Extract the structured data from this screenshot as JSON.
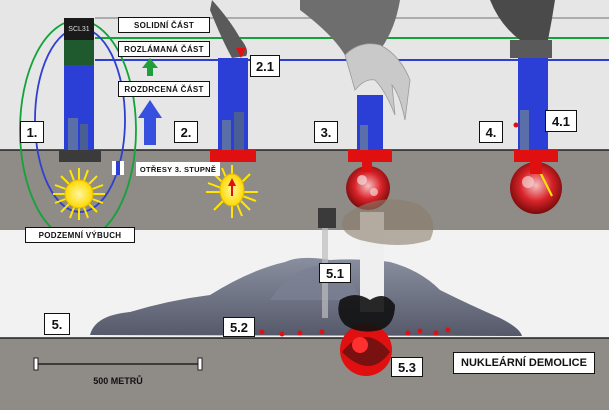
{
  "labels": {
    "solid_part": "SOLIDNÍ ČÁST",
    "broken_part": "ROZLÁMANÁ ČÁST",
    "crushed_part": "ROZDRCENÁ ČÁST",
    "tremors": "OTŘESY 3. STUPNĚ",
    "underground_explosion": "PODZEMNÍ VÝBUCH",
    "scale": "500 METRŮ",
    "nuclear_demolition": "NUKLEÁRNÍ DEMOLICE"
  },
  "stages": {
    "s1": "1.",
    "s2": "2.",
    "s2_1": "2.1",
    "s3": "3.",
    "s4": "4.",
    "s4_1": "4.1",
    "s5": "5.",
    "s5_1": "5.1",
    "s5_2": "5.2",
    "s5_3": "5.3"
  },
  "tower_sign": "SCL31",
  "colors": {
    "ground": "#8f8b86",
    "sky": "#e8e8e8",
    "tower_blue": "#2b3fd6",
    "explosion_red": "#e01010",
    "sun_yellow": "#ffe600",
    "line_green": "#13a33a",
    "line_blue": "#2f3fd0",
    "arrow_green": "#1f9e3a",
    "arrow_blue": "#3850e0",
    "dust_gray": "#6f7383"
  }
}
